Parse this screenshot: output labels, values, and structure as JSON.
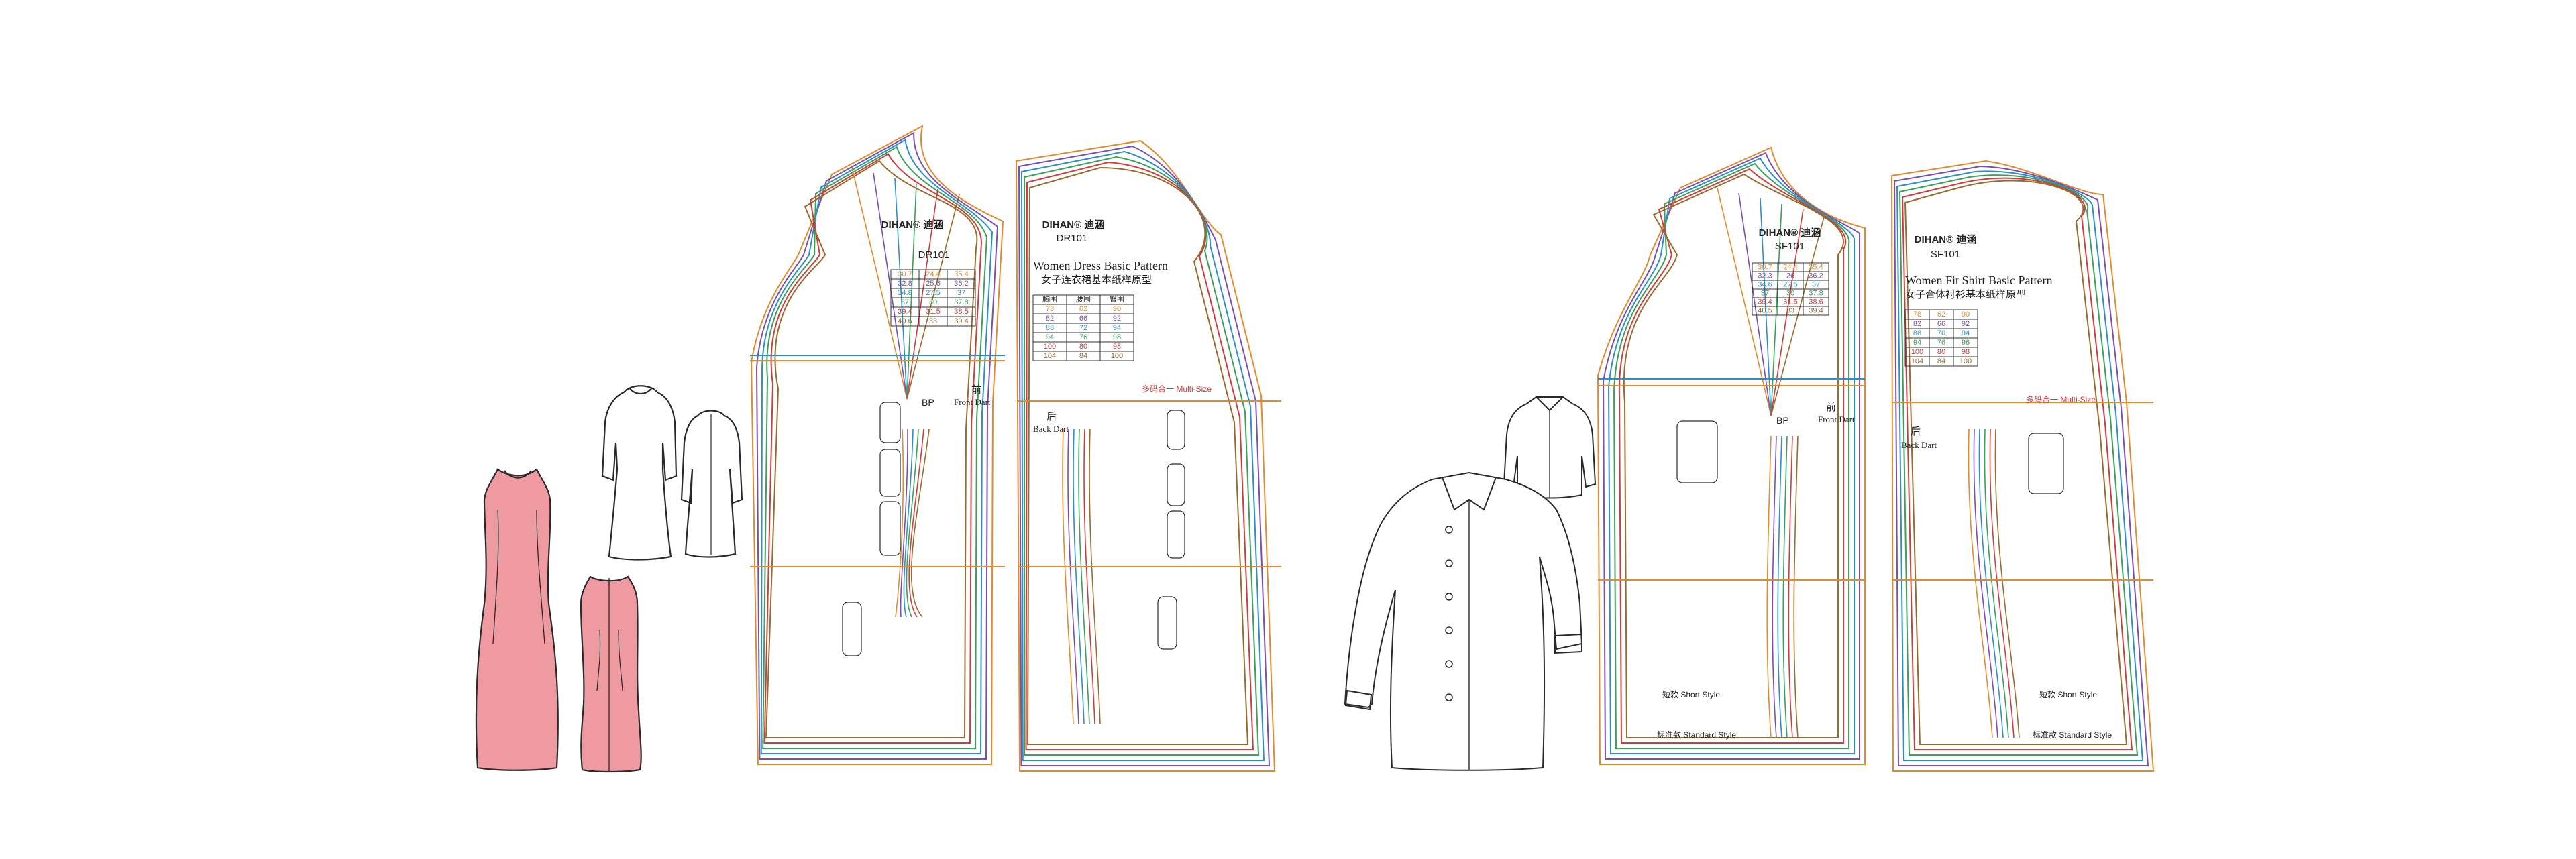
{
  "colors": {
    "outline": "#2a2a2a",
    "dress_fill": "#ef9aa0",
    "grade": [
      "#e28a2c",
      "#7a4fb0",
      "#2c8fc9",
      "#3aa05a",
      "#d23b3b",
      "#9a6b2c"
    ],
    "red_text": "#d23b3b"
  },
  "dress_panel": {
    "brand": "DIHAN® 迪涵",
    "code": "DR101",
    "title_en": "Women Dress  Basic Pattern",
    "title_cn": "女子连衣裙基本纸样原型",
    "front_cn": "前",
    "front_en": "Front Dart",
    "back_cn": "后",
    "back_en": "Back Dart",
    "bp": "BP",
    "multi_size": "多码合一  Multi-Size",
    "table_left": [
      [
        "30.7",
        "24.4",
        "35.4"
      ],
      [
        "32.8",
        "25.6",
        "36.2"
      ],
      [
        "34.8",
        "27.5",
        "37"
      ],
      [
        "37",
        "30",
        "37.8"
      ],
      [
        "39.4",
        "31.5",
        "38.5"
      ],
      [
        "40.6",
        "33",
        "39.4"
      ]
    ],
    "table_right_head": [
      "胸围",
      "腰围",
      "臀围"
    ],
    "table_right": [
      [
        "78",
        "62",
        "90"
      ],
      [
        "82",
        "66",
        "92"
      ],
      [
        "88",
        "72",
        "94"
      ],
      [
        "94",
        "76",
        "98"
      ],
      [
        "100",
        "80",
        "98"
      ],
      [
        "104",
        "84",
        "100"
      ]
    ]
  },
  "shirt_panel": {
    "brand": "DIHAN® 迪涵",
    "code": "SF101",
    "title_en": "Women Fit Shirt  Basic Pattern",
    "title_cn": "女子合体衬衫基本纸样原型",
    "front_cn": "前",
    "front_en": "Front Dart",
    "back_cn": "后",
    "back_en": "Back Dart",
    "bp": "BP",
    "multi_size": "多码合一  Multi-Size",
    "short_style": "短款  Short Style",
    "standard_style": "标准款  Standard Style",
    "table_left": [
      [
        "30.7",
        "24.4",
        "35.4"
      ],
      [
        "32.3",
        "26",
        "36.2"
      ],
      [
        "34.6",
        "27.5",
        "37"
      ],
      [
        "37",
        "30",
        "37.8"
      ],
      [
        "39.4",
        "31.5",
        "38.6"
      ],
      [
        "40.5",
        "33",
        "39.4"
      ]
    ],
    "table_right": [
      [
        "78",
        "62",
        "90"
      ],
      [
        "82",
        "66",
        "92"
      ],
      [
        "88",
        "70",
        "94"
      ],
      [
        "94",
        "76",
        "96"
      ],
      [
        "100",
        "80",
        "98"
      ],
      [
        "104",
        "84",
        "100"
      ]
    ]
  }
}
